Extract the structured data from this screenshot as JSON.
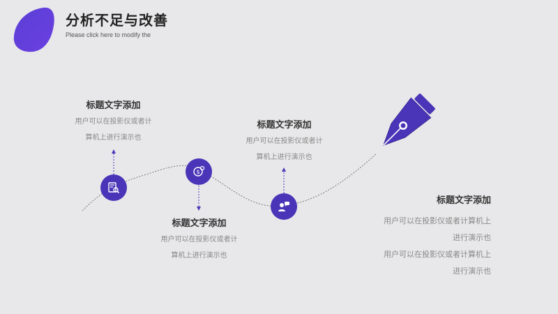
{
  "header": {
    "title": "分析不足与改善",
    "subtitle": "Please click here to modify the"
  },
  "colors": {
    "accent": "#4a35b8",
    "background": "#e8e8ea"
  },
  "items": [
    {
      "title": "标题文字添加",
      "line1": "用户可以在投影仪或者计",
      "line2": "算机上进行演示也",
      "icon": "document-search-icon"
    },
    {
      "title": "标题文字添加",
      "line1": "用户可以在投影仪或者计",
      "line2": "算机上进行演示也",
      "icon": "money-clock-icon"
    },
    {
      "title": "标题文字添加",
      "line1": "用户可以在投影仪或者计",
      "line2": "算机上进行演示也",
      "icon": "user-chat-icon"
    }
  ],
  "right_block": {
    "title": "标题文字添加",
    "lines": [
      "用户可以在投影仪或者计算机上",
      "进行演示也",
      "用户可以在投影仪或者计算机上",
      "进行演示也"
    ]
  }
}
